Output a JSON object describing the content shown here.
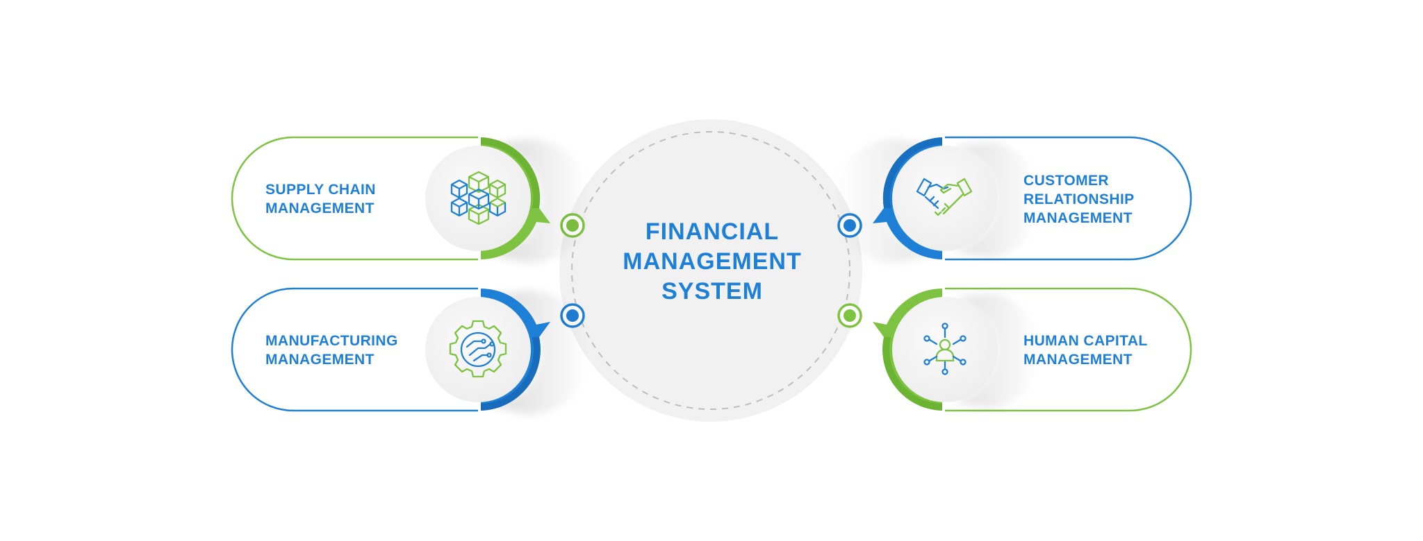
{
  "center": {
    "lines": [
      "FINANCIAL",
      "MANAGEMENT",
      "SYSTEM"
    ]
  },
  "modules": [
    {
      "id": "supply-chain",
      "lines": [
        "SUPPLY CHAIN",
        "MANAGEMENT"
      ],
      "icon": "cubes-icon",
      "accent": "#7dc240"
    },
    {
      "id": "manufacturing",
      "lines": [
        "MANUFACTURING",
        "MANAGEMENT"
      ],
      "icon": "gear-circuit-icon",
      "accent": "#1e7fd6"
    },
    {
      "id": "customer-relationship",
      "lines": [
        "CUSTOMER",
        "RELATIONSHIP",
        "MANAGEMENT"
      ],
      "icon": "handshake-icon",
      "accent": "#1e7fd6"
    },
    {
      "id": "human-capital",
      "lines": [
        "HUMAN CAPITAL",
        "MANAGEMENT"
      ],
      "icon": "people-network-icon",
      "accent": "#7dc240"
    }
  ],
  "colors": {
    "blue": "#1e7fd6",
    "green": "#7dc240",
    "center_fill": "#f1f1f2",
    "icon_circle": "#f3f3f3"
  }
}
